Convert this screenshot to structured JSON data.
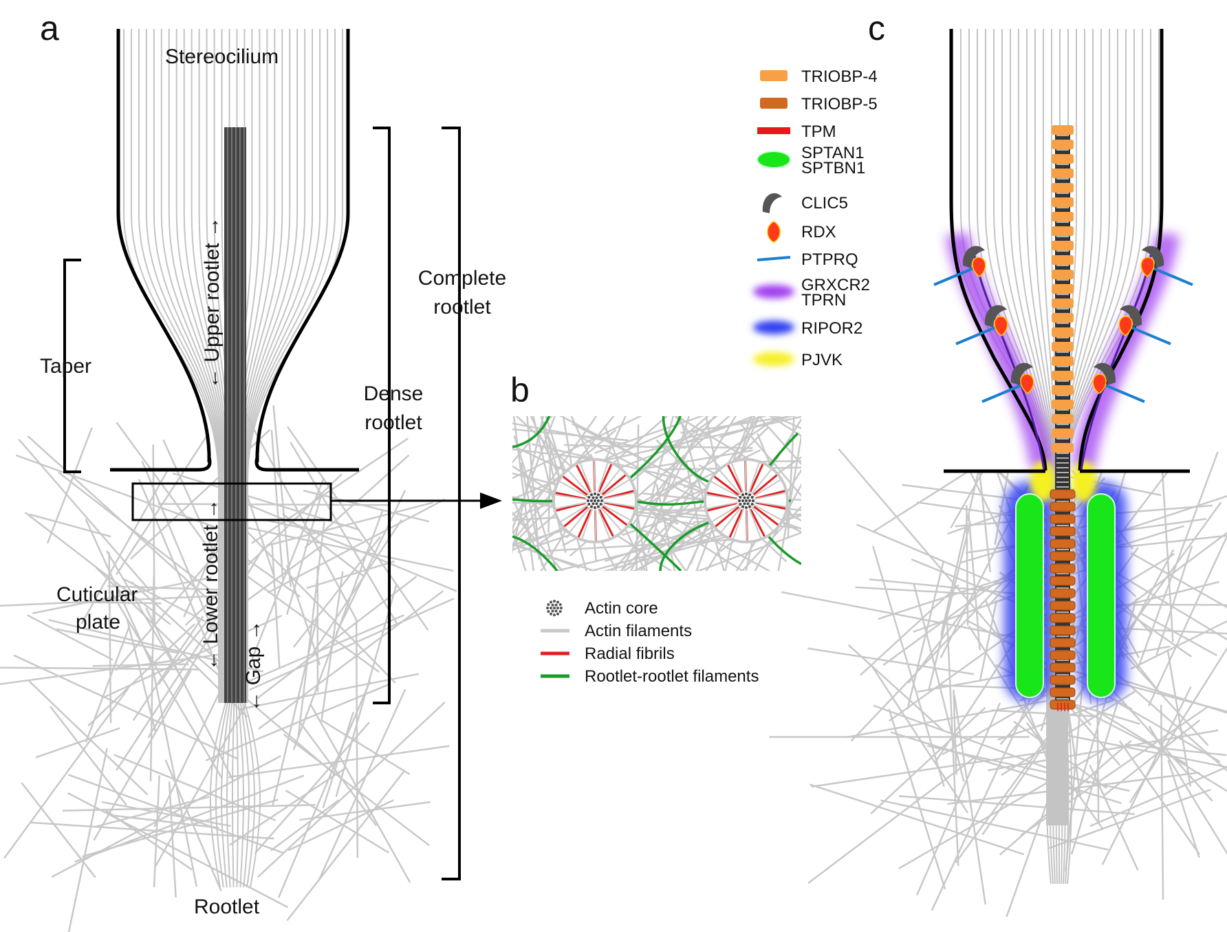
{
  "panels": {
    "a": "a",
    "b": "b",
    "c": "c"
  },
  "panel_a": {
    "stereocilium": "Stereocilium",
    "upper_rootlet": "← Upper rootlet →",
    "lower_rootlet": "← Lower rootlet →",
    "gap": "← Gap →",
    "taper": "Taper",
    "cuticular_plate_line1": "Cuticular",
    "cuticular_plate_line2": "plate",
    "rootlet": "Rootlet",
    "dense_rootlet_line1": "Dense",
    "dense_rootlet_line2": "rootlet",
    "complete_rootlet_line1": "Complete",
    "complete_rootlet_line2": "rootlet"
  },
  "panel_b": {
    "legend": [
      {
        "label": "Actin core",
        "color": "#555555",
        "kind": "dots"
      },
      {
        "label": "Actin filaments",
        "color": "#c8c8c8",
        "kind": "line"
      },
      {
        "label": "Radial fibrils",
        "color": "#e02020",
        "kind": "line"
      },
      {
        "label": "Rootlet-rootlet filaments",
        "color": "#1a9a2a",
        "kind": "line"
      }
    ]
  },
  "panel_c": {
    "legend": [
      {
        "label": "TRIOBP-4",
        "color": "#f7a045",
        "kind": "rect"
      },
      {
        "label": "TRIOBP-5",
        "color": "#d2691e",
        "kind": "rect"
      },
      {
        "label": "TPM",
        "color": "#e8191a",
        "kind": "bar"
      },
      {
        "label": "SPTAN1",
        "label2": "SPTBN1",
        "color": "#19e619",
        "kind": "ellipse"
      },
      {
        "label": "CLIC5",
        "color": "#555555",
        "kind": "clic"
      },
      {
        "label": "RDX",
        "color": "#ff3a1a",
        "kind": "drop"
      },
      {
        "label": "PTPRQ",
        "color": "#1a7fcc",
        "kind": "line"
      },
      {
        "label": "GRXCR2",
        "label2": "TPRN",
        "color": "#a040f0",
        "kind": "glow"
      },
      {
        "label": "RIPOR2",
        "color": "#3040f0",
        "kind": "glow"
      },
      {
        "label": "PJVK",
        "color": "#f5f020",
        "kind": "glow"
      }
    ]
  }
}
